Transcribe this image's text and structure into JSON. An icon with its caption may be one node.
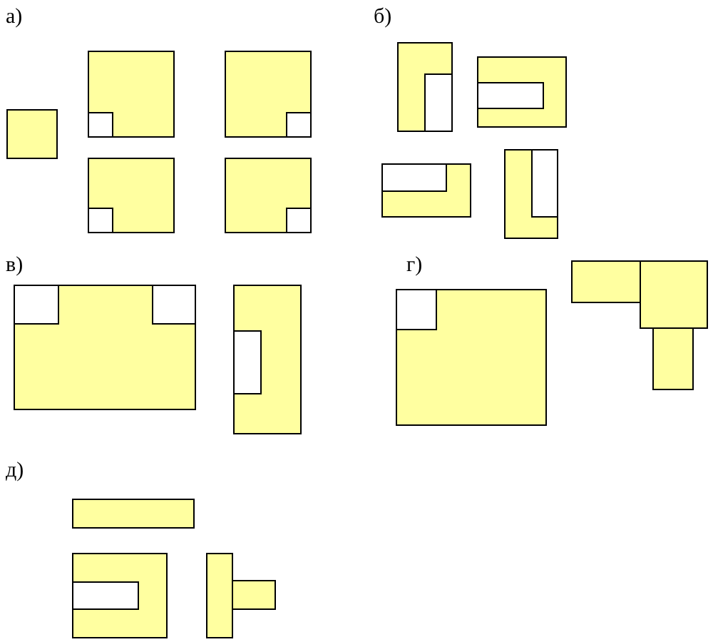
{
  "diagram": {
    "labels": [
      "а)",
      "б)",
      "в)",
      "г)",
      "д)"
    ]
  }
}
